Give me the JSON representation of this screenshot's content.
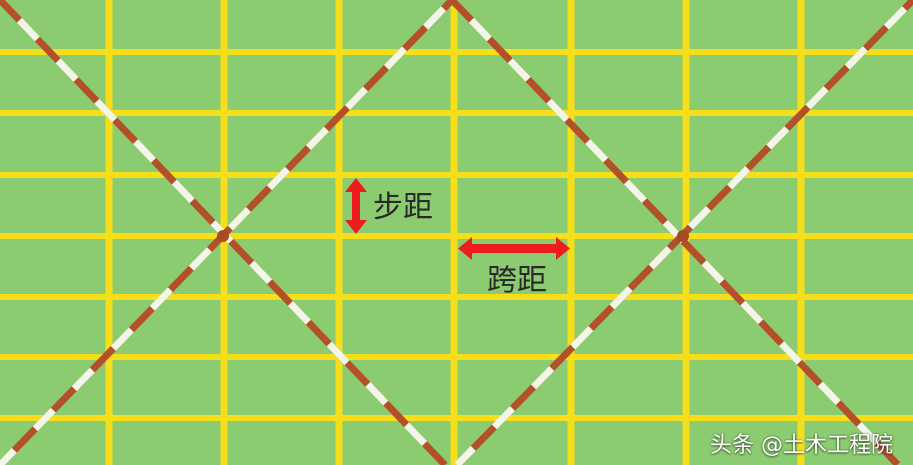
{
  "labels": {
    "step": "步距",
    "span": "跨距"
  },
  "watermark": "头条 @土木工程院",
  "colors": {
    "background": "#8ccc70",
    "grid_line": "#f6df1a",
    "arrow": "#ee1c1c",
    "brace_dark": "#b3502a",
    "brace_light": "#f2f6e8",
    "text": "#2a2a2a"
  },
  "icons": {
    "step_arrow": "vertical-double-arrow-icon",
    "span_arrow": "horizontal-double-arrow-icon"
  }
}
